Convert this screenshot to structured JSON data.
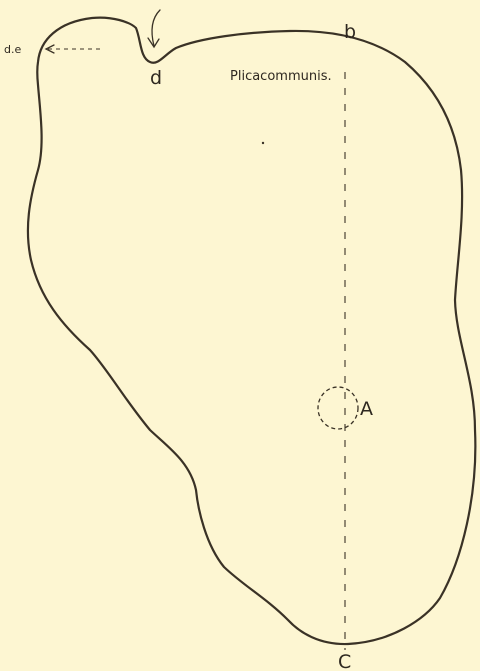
{
  "labels": {
    "de": "d.e",
    "d": "d",
    "b": "b",
    "plica": "Plicacommunis.",
    "a": "A",
    "c": "C"
  },
  "colors": {
    "background": "#fdf6d2",
    "ink": "#3a3226"
  }
}
